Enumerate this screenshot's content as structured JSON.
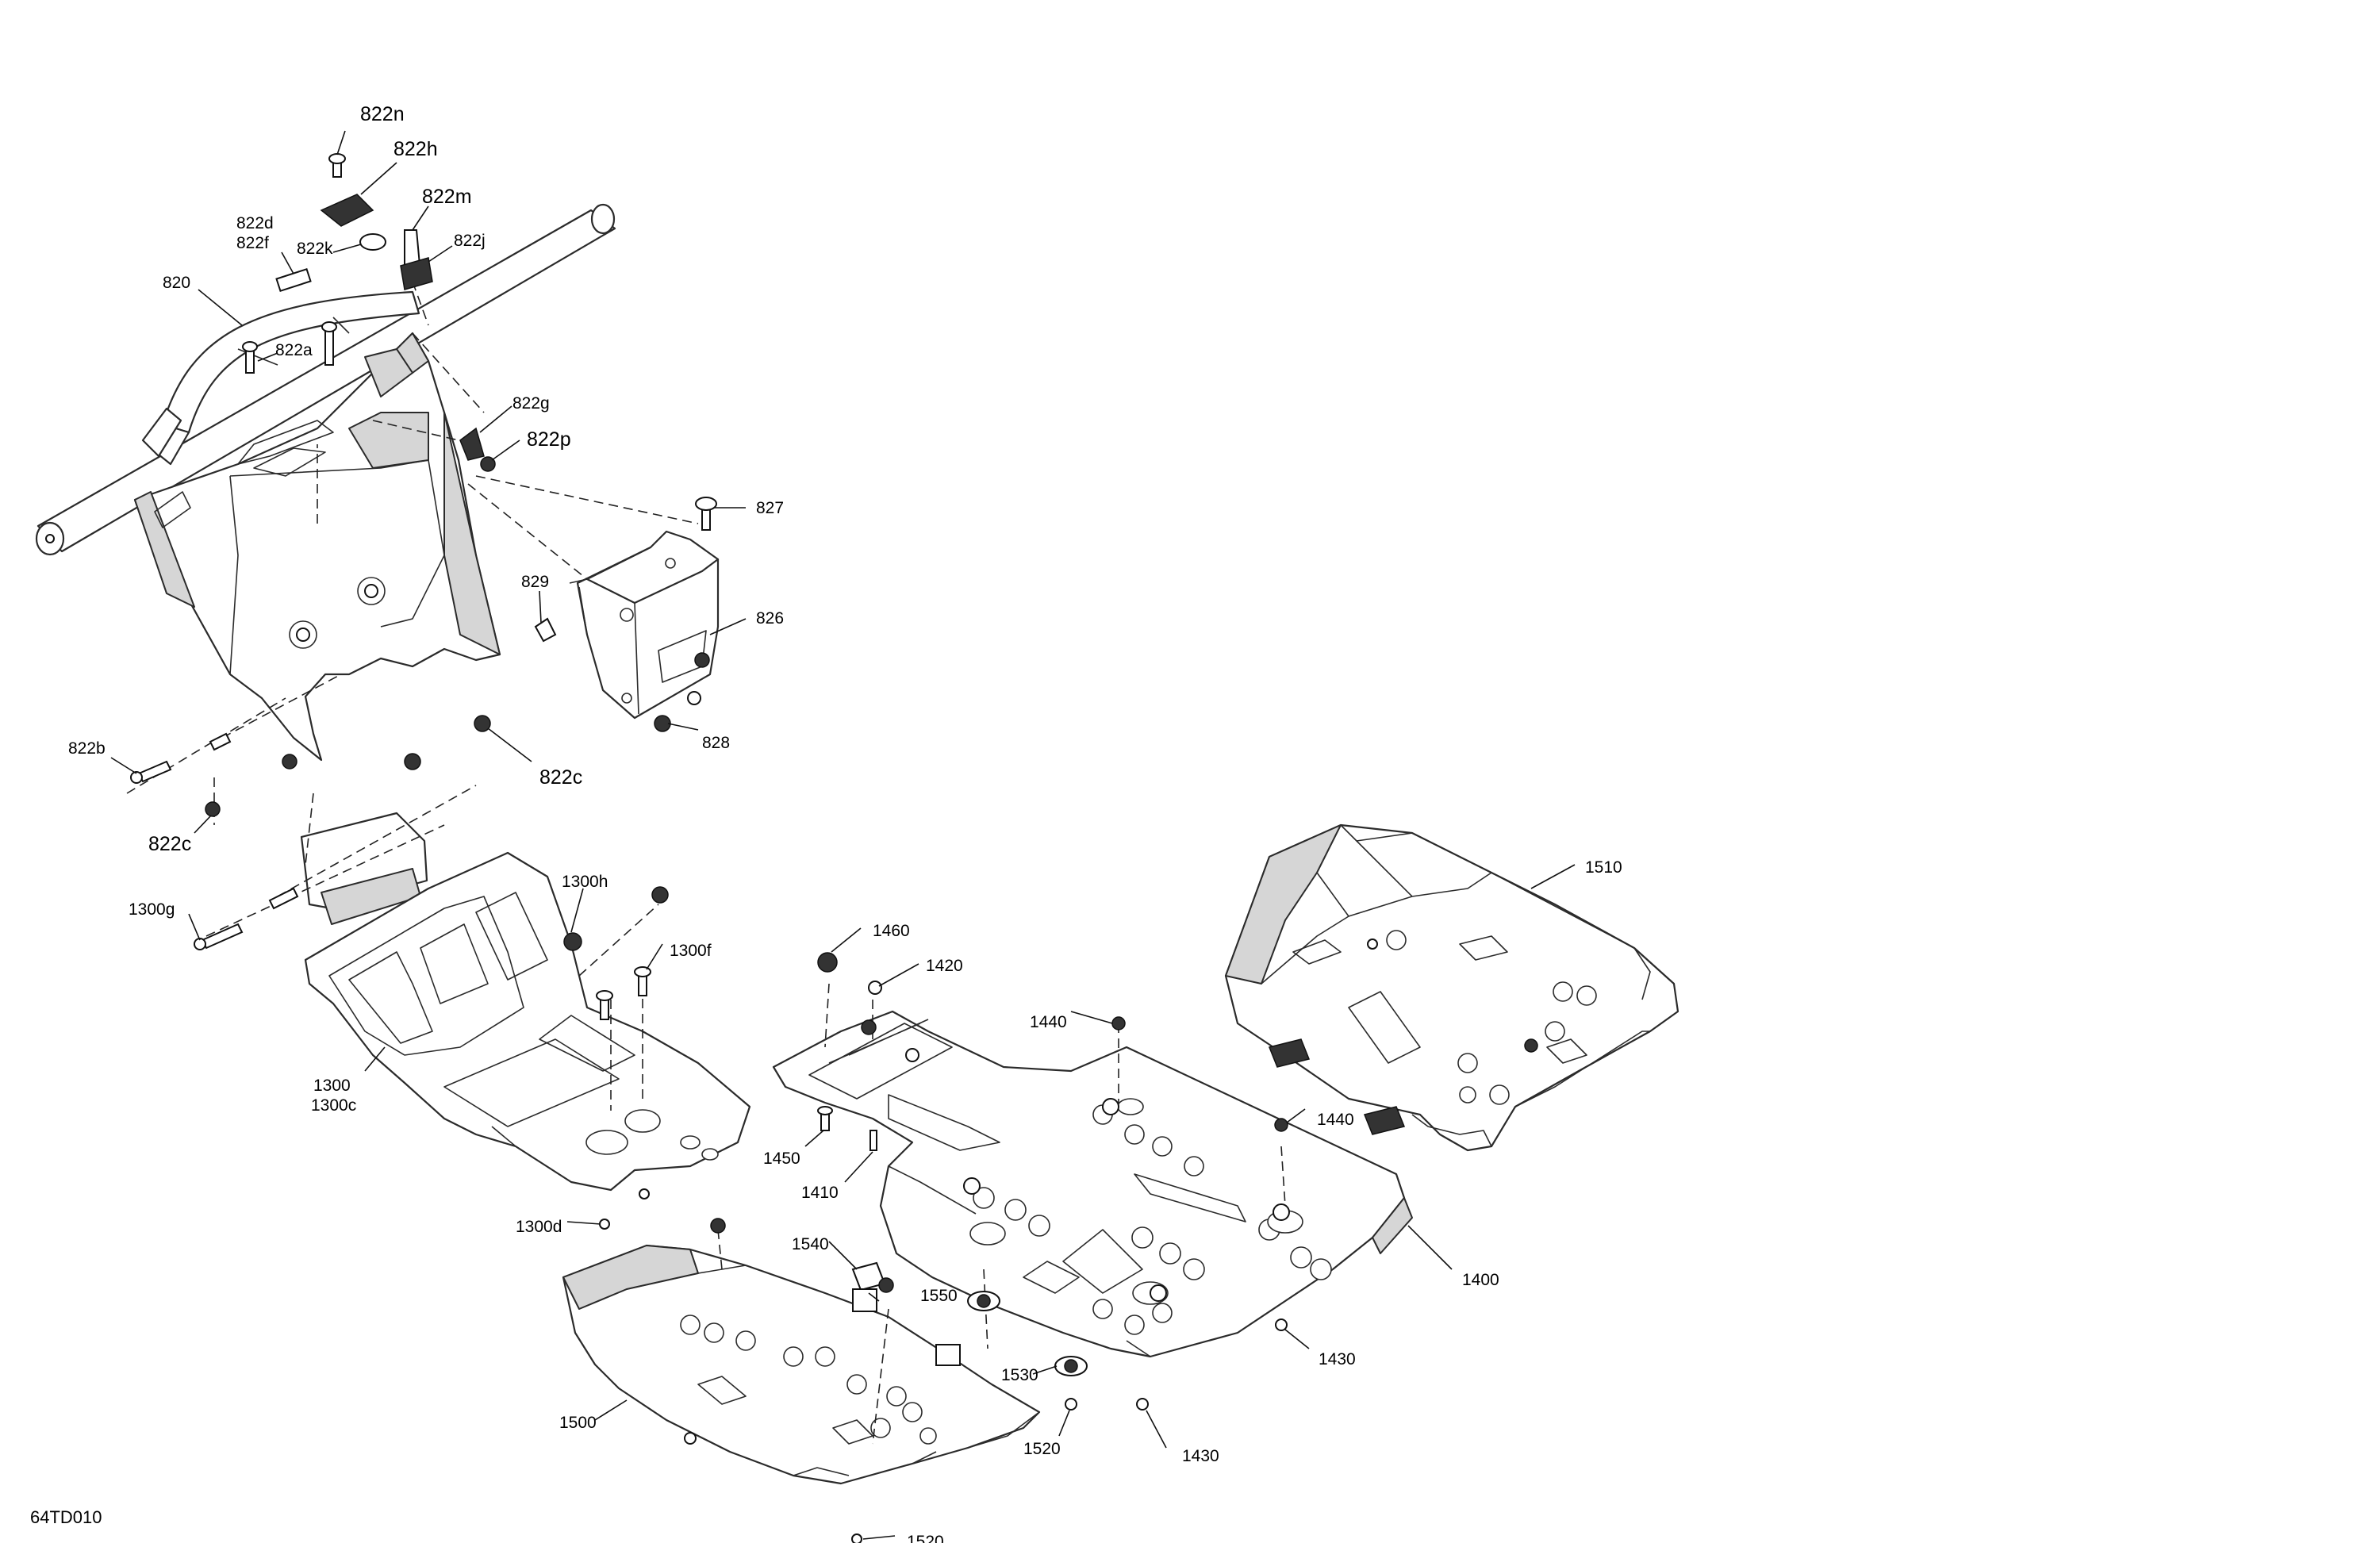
{
  "figure_id": "64TD010",
  "callouts": {
    "c822n": "822n",
    "c822h": "822h",
    "c822m": "822m",
    "c822d": "822d",
    "c822f": "822f",
    "c822k": "822k",
    "c822j": "822j",
    "c820": "820",
    "c822a": "822a",
    "c822g": "822g",
    "c822p": "822p",
    "c827": "827",
    "c829": "829",
    "c826": "826",
    "c828": "828",
    "c822b": "822b",
    "c822c_right": "822c",
    "c822c_left": "822c",
    "c1300h": "1300h",
    "c1300g": "1300g",
    "c1300f": "1300f",
    "c1300": "1300",
    "c1300c": "1300c",
    "c1300d": "1300d",
    "c1460": "1460",
    "c1420": "1420",
    "c1440_top": "1440",
    "c1440_mid": "1440",
    "c1450": "1450",
    "c1410": "1410",
    "c1510": "1510",
    "c1400": "1400",
    "c1540": "1540",
    "c1550": "1550",
    "c1530": "1530",
    "c1430_top": "1430",
    "c1430_bottom": "1430",
    "c1520_mid": "1520",
    "c1520_bottom": "1520",
    "c1500": "1500"
  }
}
